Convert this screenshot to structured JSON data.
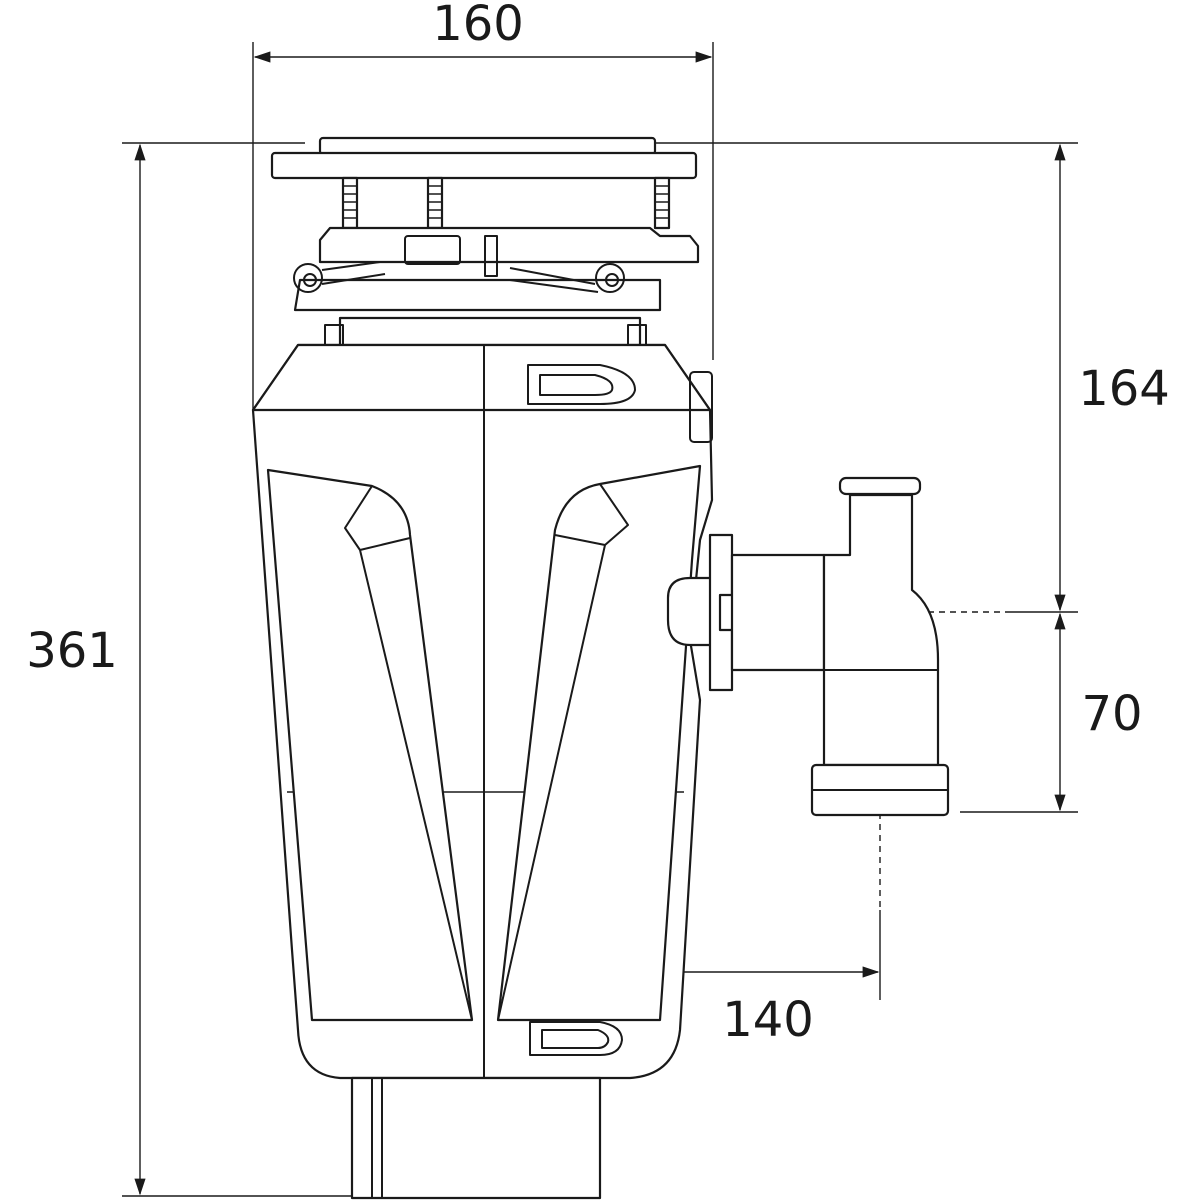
{
  "title": "Food waste disposer dimension drawing",
  "dimensions": {
    "width_top": "160",
    "total_height": "361",
    "flange_to_outlet": "164",
    "outlet_to_drain": "70",
    "axis_to_drain": "140"
  },
  "colors": {
    "line": "#1a1a1a",
    "background": "#ffffff"
  }
}
